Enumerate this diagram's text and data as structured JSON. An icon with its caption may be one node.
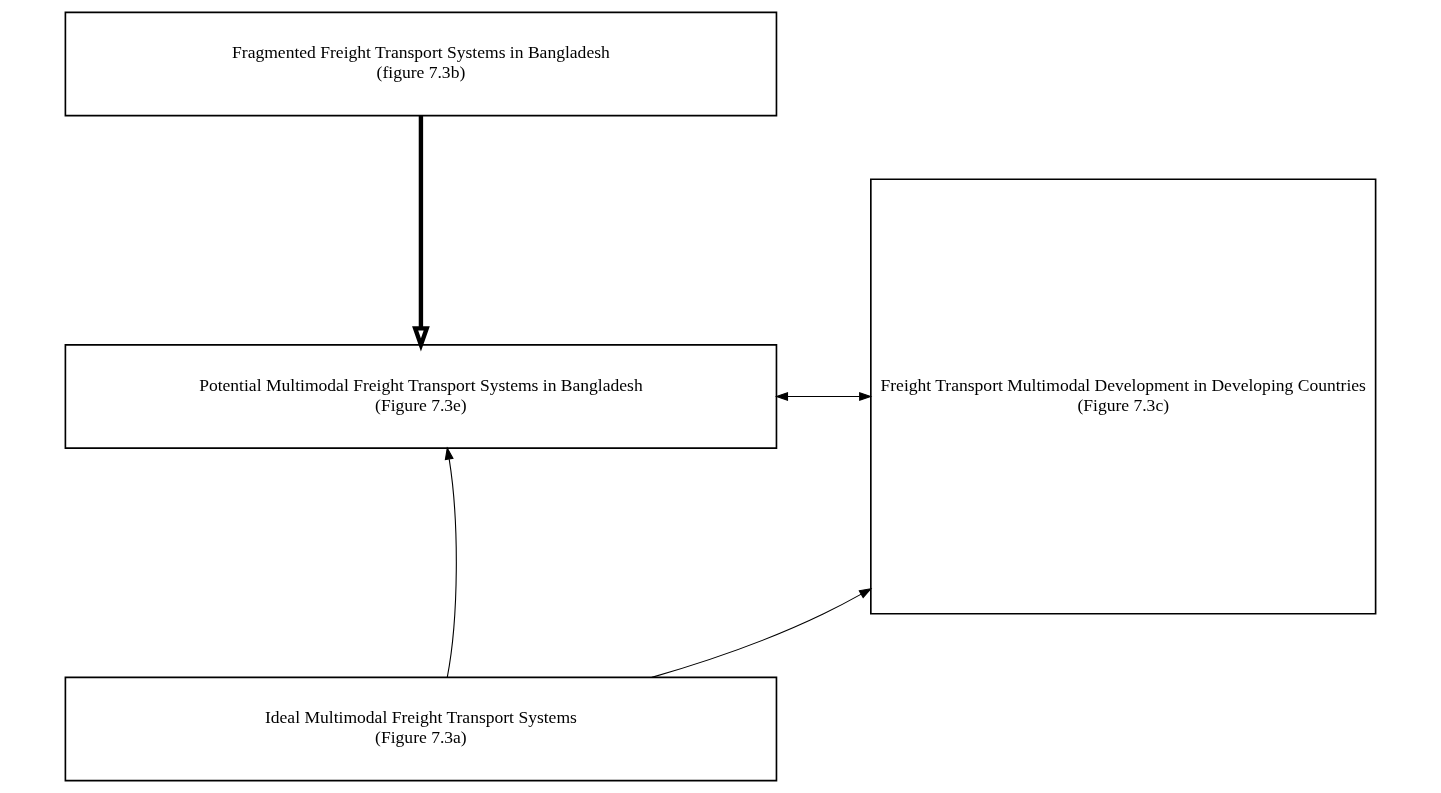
{
  "diagram": {
    "nodes": [
      {
        "text": [
          "Fragmented Freight Transport Systems in Bangladesh",
          "(figure 7.3b)"
        ]
      },
      {
        "text": [
          "Potential Multimodal Freight Transport Systems in Bangladesh",
          "(Figure 7.3e)"
        ]
      },
      {
        "text": [
          "Ideal Multimodal Freight Transport Systems",
          "(Figure 7.3a)"
        ]
      },
      {
        "text": [
          "Freight Transport Multimodal Development in Developing Countries",
          "(Figure 7.3c)"
        ]
      }
    ],
    "edges": [
      {
        "from": 0,
        "to": 1,
        "arrow": "to",
        "style": "thick"
      },
      {
        "from": 2,
        "to": 1,
        "arrow": "to"
      },
      {
        "from": 1,
        "to": 3,
        "arrow": "both"
      },
      {
        "from": 2,
        "to": 3,
        "arrow": "to"
      }
    ]
  }
}
